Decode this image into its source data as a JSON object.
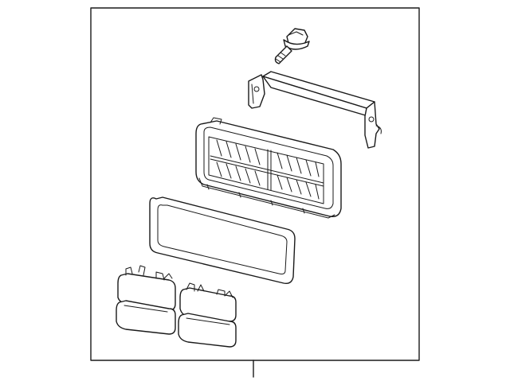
{
  "diagram": {
    "type": "exploded-parts-view",
    "parts": [
      {
        "id": "bolt",
        "icon": "bolt-icon"
      },
      {
        "id": "mounting-bracket",
        "icon": "bracket-icon"
      },
      {
        "id": "lamp-housing",
        "icon": "housing-icon"
      },
      {
        "id": "lens-gasket",
        "icon": "gasket-icon"
      },
      {
        "id": "bulb-socket-left",
        "icon": "socket-icon"
      },
      {
        "id": "bulb-socket-right",
        "icon": "socket-icon"
      }
    ],
    "colors": {
      "line": "#1a1a1a",
      "background": "#ffffff"
    }
  }
}
